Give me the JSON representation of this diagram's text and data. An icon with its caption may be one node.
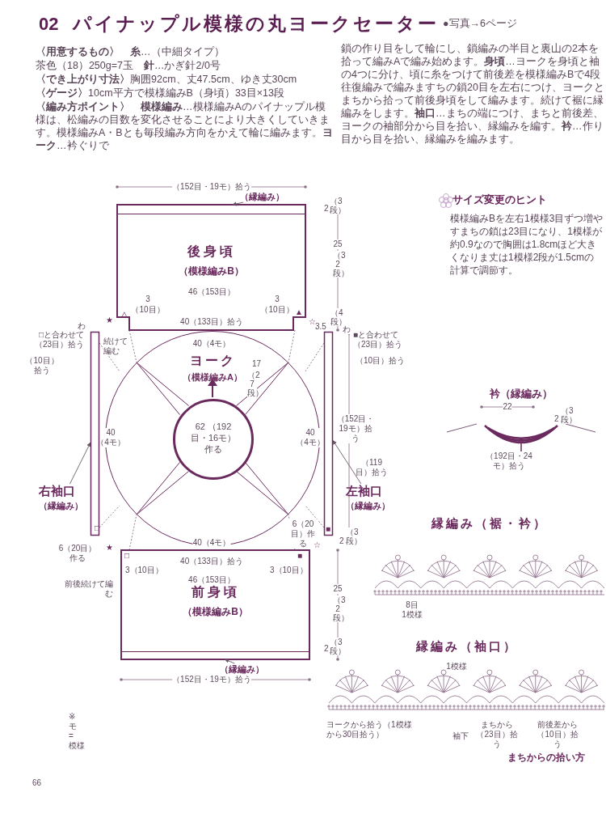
{
  "diagram": {
    "title": "パイナップル模様の丸ヨークセーター",
    "nodes": [
      {
        "text": [
          "後身頃",
          "（模様編みB）"
        ]
      },
      {
        "text": [],
        "shape": "bar",
        "in": 0
      },
      {
        "text": [
          "ヨーク",
          "（模様編みA）"
        ]
      },
      {
        "text": [
          "62 （192目・16モ）作る"
        ],
        "in": 2
      },
      {
        "text": [
          "前身頃",
          "（模様編みB）"
        ]
      },
      {
        "text": [],
        "shape": "bar",
        "in": 4
      },
      {
        "text": [],
        "shape": "bar"
      },
      {
        "text": [],
        "shape": "bar"
      },
      {
        "text": [
          "（縁編み）"
        ]
      },
      {
        "text": [
          "（縁編み）"
        ]
      },
      {
        "text": [
          "右袖口",
          "（縁編み）"
        ]
      },
      {
        "text": [
          "左袖口",
          "（縁編み）"
        ]
      },
      {
        "text": [
          "衿（縁編み）"
        ]
      },
      {
        "text": [
          "縁編み（裾・衿）"
        ]
      },
      {
        "text": [
          "縁編み（袖口）"
        ]
      }
    ],
    "edges": [
      {
        "from": 8,
        "to": 1,
        "arrow": "to"
      },
      {
        "from": 9,
        "to": 5,
        "arrow": "to"
      },
      {
        "from": 10,
        "to": 6,
        "arrow": "to"
      },
      {
        "from": 11,
        "to": 7,
        "arrow": "to"
      }
    ],
    "labels": [
      "02",
      "●写真→6ページ",
      "**〈用意するもの〉　糸**…（中細タイプ）",
      "茶色（18）250g=7玉　**針**…かぎ針2/0号",
      "**〈でき上がり寸法〉**胸囲92cm、丈47.5cm、ゆき丈30cm",
      "**〈ゲージ〉**10cm平方で模様編みB（身頃）33目×13段",
      "**〈編み方ポイント〉　模様編み**…模様編みAのパイナップル模様は、松編みの目数を変化させることにより大きくしていきます。模様編みA・Bとも毎段編み方向をかえて輪に編みます。**ヨーク**…衿ぐりで",
      "鎖の作り目をして輪にし、鎖編みの半目と裏山の2本を拾って編みAで編み始めます。**身頃**…ヨークを身頃と袖の4つに分け、頃に糸をつけて前後差を模様編みBで4段往復編みで編みますちの鎖20目を左右につけ、ヨークとまちから拾って前後身頃をして編みます。続けて裾に縁編みをします。**袖口**…まちの端につけ、まちと前後差、ヨークの袖部分から目を拾い、縁編みを編す。**衿**…作り目から目を拾い、縁編みを編みます。",
      "（152目・19モ）拾う",
      "2",
      "（3段）",
      "25",
      "（32段）",
      "46（153目）",
      "3",
      "（10目）",
      "3",
      "（10目）",
      "△",
      "★",
      "▲",
      "☆",
      "40（133目）拾う",
      "3.5",
      "（4段）",
      "わ",
      "わ",
      "□と合わせて（23目）拾う",
      "続けて編む",
      "（10目）拾う",
      "■と合わせて（23目）拾う",
      "（10目）拾う",
      "40（4モ）",
      "17",
      "（27段）",
      "40 （4モ）",
      "40 （4モ）",
      "（152目・19モ）拾う",
      "（119目）拾う",
      "40（4モ）",
      "6（20目）作る",
      "★",
      "6（20目）作る",
      "☆",
      "□",
      "■",
      "□",
      "■",
      "2",
      "（3段）",
      "40（133目）拾う",
      "3（10目）",
      "3（10目）",
      "46（153目）",
      "前後続けて編む",
      "25",
      "（32段）",
      "2",
      "（3段）",
      "（152目・19モ）拾う",
      "※ モ = 模様",
      "66",
      "サイズ変更のヒント",
      "模様編みBを左右1模様3目ずつ増やすまちの鎖は23目になり、1模様が約0.9なので胸囲は1.8cmほど大きくなりま丈は1模様2段が1.5cmの計算で調節す。",
      "22",
      "2",
      "（3段）",
      "（192目・24モ）拾う",
      "8目 1模様",
      "1模様",
      "ヨークから拾う（1模様から30目拾う）",
      "袖下",
      "まちから（23目）拾う",
      "前後差から（10目）拾う",
      "まちからの拾い方"
    ]
  }
}
